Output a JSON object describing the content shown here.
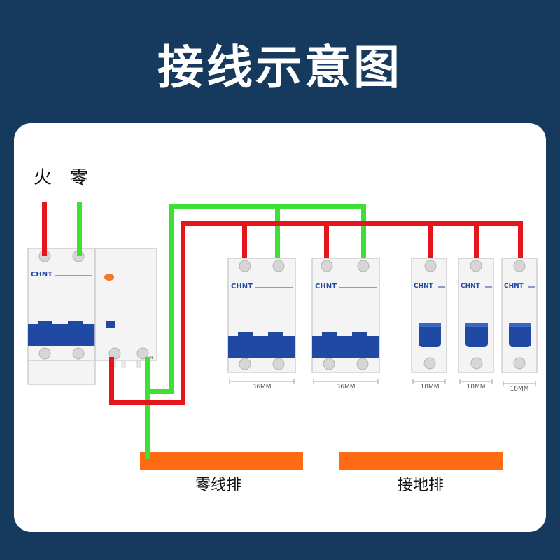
{
  "title": "接线示意图",
  "labels": {
    "live": "火",
    "neutral": "零",
    "neutral_bar": "零线排",
    "ground_bar": "接地排",
    "n_mark": "N"
  },
  "brand": "CHNT",
  "breakers": [
    {
      "id": "main",
      "width_label": ""
    },
    {
      "id": "b1",
      "width_label": "36MM"
    },
    {
      "id": "b2",
      "width_label": "36MM"
    },
    {
      "id": "b3",
      "width_label": "18MM"
    },
    {
      "id": "b4",
      "width_label": "18MM"
    },
    {
      "id": "b5",
      "width_label": "18MM"
    }
  ],
  "colors": {
    "background": "#163a5e",
    "live_wire": "#e8141c",
    "neutral_wire": "#3ee033",
    "bus_bar": "#ff6a14",
    "handle": "#1f49a3",
    "brand_text": "#1f49a3"
  }
}
